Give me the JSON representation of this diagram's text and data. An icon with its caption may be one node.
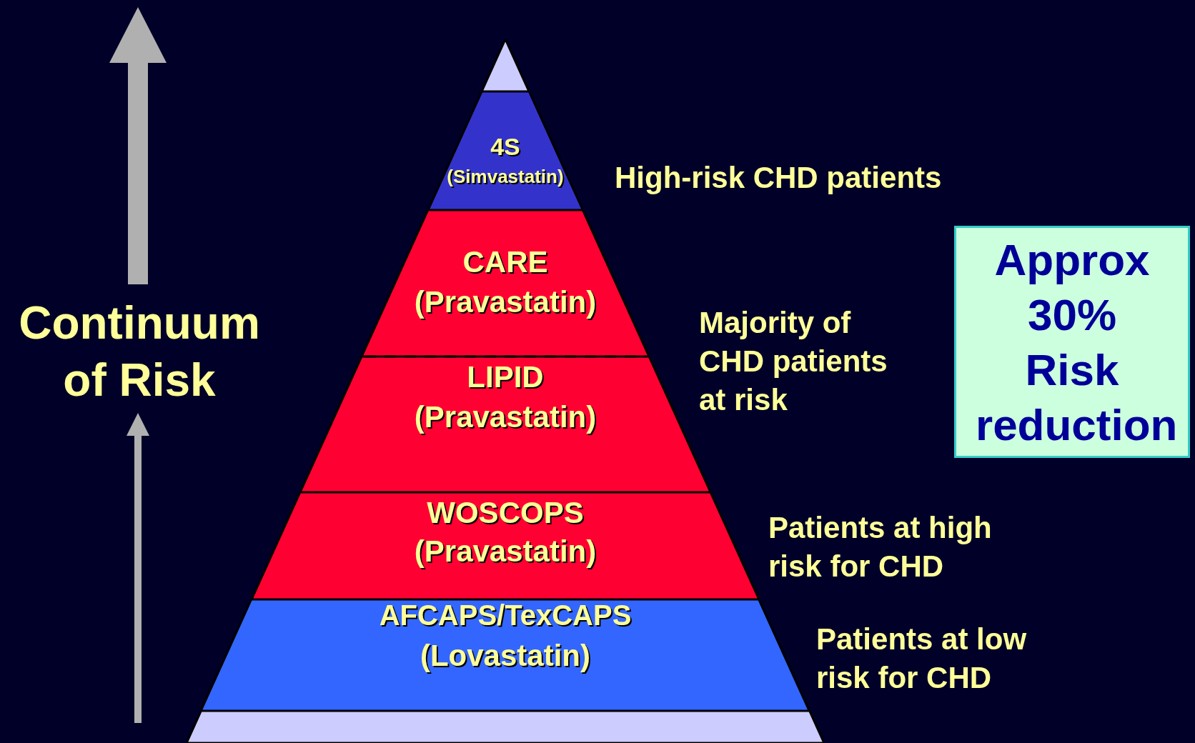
{
  "diagram": {
    "nodes": [
      {
        "text": [],
        "shape": "triangle"
      },
      {
        "text": [
          "4S",
          "(Simvastatin)"
        ],
        "beside": [
          "High-risk CHD patients"
        ]
      },
      {
        "text": [
          "CARE",
          "(Pravastatin)"
        ]
      },
      {
        "text": [
          "LIPID",
          "(Pravastatin)"
        ]
      },
      {
        "text": [
          "WOSCOPS",
          "(Pravastatin)"
        ],
        "beside": [
          "Patients at high risk for CHD"
        ]
      },
      {
        "text": [
          "AFCAPS/TexCAPS",
          "(Lovastatin)"
        ],
        "beside": [
          "Patients at low risk for CHD"
        ]
      },
      {
        "text": [],
        "shape": "bar"
      },
      {
        "text": [
          "Approx 30% Risk reduction"
        ]
      }
    ],
    "labels": [
      "Continuum of Risk",
      "Majority of CHD patients at risk"
    ]
  }
}
